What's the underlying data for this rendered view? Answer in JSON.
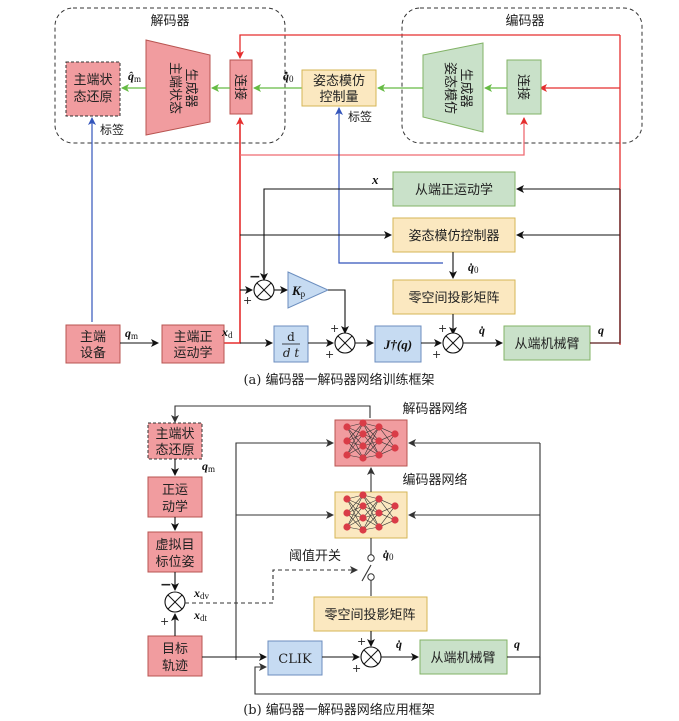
{
  "colors": {
    "red_fill": "#f19c9f",
    "red_stroke": "#b85450",
    "green_fill": "#c9e1c9",
    "green_stroke": "#82b366",
    "yellow_fill": "#fbe8c0",
    "yellow_stroke": "#d6b656",
    "blue_fill": "#c6dbf2",
    "blue_stroke": "#6c8ebf",
    "red_line": "#e52e2e",
    "green_line": "#66bb44",
    "blue_line": "#3355bb",
    "black_line": "#111111",
    "node_red": "#d93c47"
  },
  "diagram_a": {
    "decoder_group_label": "解码器",
    "encoder_group_label": "编码器",
    "master_state_restore": [
      "主端状",
      "态还原"
    ],
    "master_state_generator": [
      "主端状态",
      "生成器"
    ],
    "concat_decoder": "连接",
    "pose_control_qty": [
      "姿态模仿",
      "控制量"
    ],
    "pose_imitation_generator": [
      "姿态模仿",
      "生成器"
    ],
    "concat_encoder": "连接",
    "label_tag_1": "标签",
    "label_tag_2": "标签",
    "q_hat_m": "q̂",
    "q_hat_m_sub": "m",
    "q_hat_0": "q̂̇",
    "q_hat_0_sub": "0",
    "slave_fk": "从端正运动学",
    "pose_controller": "姿态模仿控制器",
    "null_space": "零空间投影矩阵",
    "master_device": [
      "主端",
      "设备"
    ],
    "master_fk": [
      "主端正",
      "运动学"
    ],
    "slave_arm": "从端机械臂",
    "ddt_num": "d",
    "ddt_den": "d t",
    "kp": "K",
    "kp_sub": "p",
    "jacobian": "J†(q)",
    "x": "x",
    "x_d": "x",
    "x_d_sub": "d",
    "q_m": "q",
    "q_m_sub": "m",
    "q_dot_0": "q̇",
    "q_dot_0_sub": "0",
    "q_dot": "q̇",
    "q": "q",
    "minus": "−",
    "plus": "+",
    "caption": "(a) 编码器一解码器网络训练框架"
  },
  "diagram_b": {
    "decoder_net_label": "解码器网络",
    "encoder_net_label": "编码器网络",
    "master_state_restore": [
      "主端状",
      "态还原"
    ],
    "forward_kin": [
      "正运",
      "动学"
    ],
    "virtual_target": [
      "虚拟目",
      "标位姿"
    ],
    "target_traj": [
      "目标",
      "轨迹"
    ],
    "threshold_switch": "阈值开关",
    "null_space": "零空间投影矩阵",
    "clik": "CLIK",
    "slave_arm": "从端机械臂",
    "q_m": "q",
    "q_m_sub": "m",
    "x_dv": "x",
    "x_dv_sub": "dv",
    "x_dt": "x",
    "x_dt_sub": "dt",
    "q_dot_0": "q̇",
    "q_dot_0_sub": "0",
    "q_dot": "q̇",
    "q": "q",
    "minus": "−",
    "plus": "+",
    "caption": "(b) 编码器一解码器网络应用框架"
  }
}
